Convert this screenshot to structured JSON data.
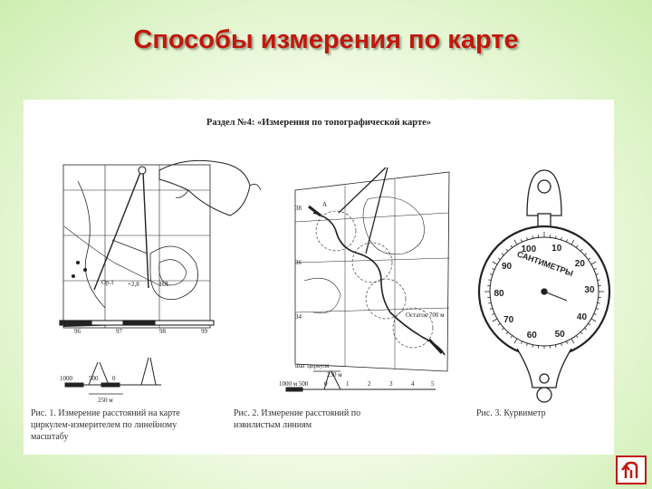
{
  "slide": {
    "title": "Способы измерения по карте"
  },
  "figure": {
    "section_header": "Раздел №4: «Измерения по топографической карте»",
    "fig1": {
      "caption": "Рис. 1. Измерение расстояний на карте циркулем-измерителем по линейному масштабу",
      "map_labels": [
        "Ор.1",
        "+2,8",
        "НЯ"
      ],
      "grid_numbers": [
        "96",
        "97",
        "98",
        "99"
      ],
      "scale_labels": [
        "1000",
        "500",
        "0",
        "250 м"
      ]
    },
    "fig2": {
      "caption": "Рис. 2. Измерение расстояний по извилистым линиям",
      "grid_numbers": [
        "38",
        "36",
        "34"
      ],
      "map_labels": [
        "А",
        "Остаток 700 м"
      ],
      "step_label": "шаг циркуля",
      "step_value": "250 м",
      "scale_labels": [
        "1000 м 500",
        "0",
        "1",
        "2",
        "3",
        "4",
        "5"
      ]
    },
    "fig3": {
      "caption": "Рис. 3. Курвиметр",
      "dial_unit": "САНТИМЕТРЫ",
      "dial_numbers": [
        "100",
        "90",
        "80",
        "70",
        "60",
        "50",
        "40",
        "30",
        "20",
        "10"
      ]
    }
  },
  "nav": {
    "return_icon": "return-arrow-icon",
    "accent_color": "#c0180c"
  }
}
